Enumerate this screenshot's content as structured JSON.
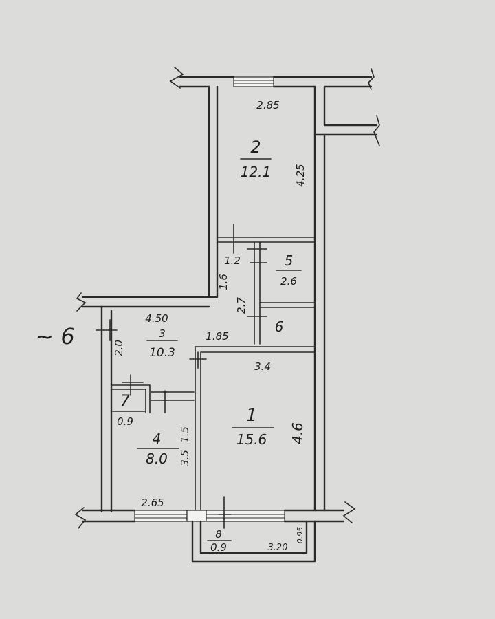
{
  "plan": {
    "rooms": [
      {
        "number": "1",
        "area": "15.6"
      },
      {
        "number": "2",
        "area": "12.1"
      },
      {
        "number": "3",
        "area": "10.3"
      },
      {
        "number": "4",
        "area": "8.0"
      },
      {
        "number": "5",
        "area": "2.6"
      },
      {
        "number": "6",
        "area": ""
      },
      {
        "number": "7",
        "area": "0.9"
      },
      {
        "number": "8",
        "area": "0.9"
      }
    ],
    "dimensions": {
      "room2_width": "2.85",
      "room2_length": "4.25",
      "room1_width": "3.4",
      "room1_length": "4.6",
      "corridor_width": "4.50",
      "corridor_side": "1.85",
      "corridor_left": "2.0",
      "small_w": "1.2",
      "small_h": "1.6",
      "small_h2": "2.7",
      "kitchen_width": "2.65",
      "kitchen_side": "1.5",
      "kitchen_side2": "3.5",
      "balcony_width": "3.20",
      "balcony_depth": "0.95"
    },
    "annotation": "~ 6"
  }
}
